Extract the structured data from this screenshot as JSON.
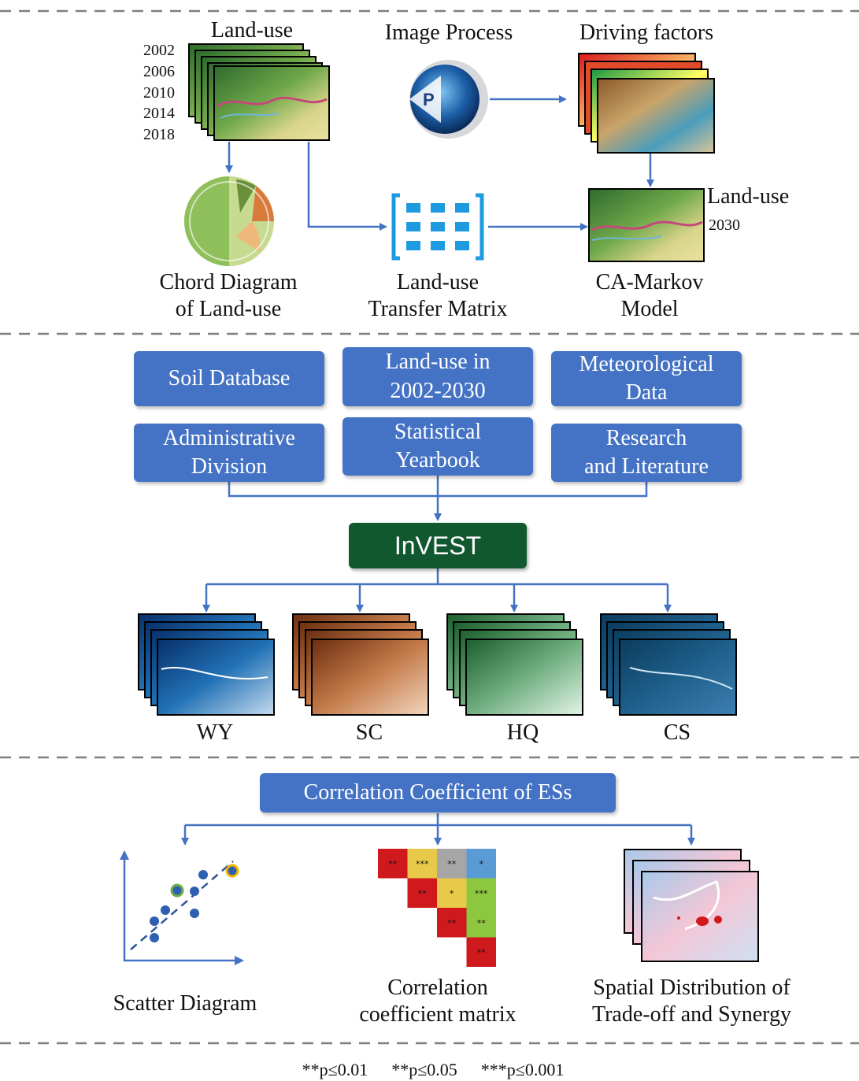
{
  "section1": {
    "landuse_title": "Land-use",
    "years": [
      "2002",
      "2006",
      "2010",
      "2014",
      "2018"
    ],
    "image_process": "Image Process",
    "driving_factors": "Driving factors",
    "landuse_2030_title": "Land-use",
    "landuse_2030_year": "2030",
    "chord_line1": "Chord Diagram",
    "chord_line2": "of Land-use",
    "matrix_line1": "Land-use",
    "matrix_line2": "Transfer Matrix",
    "ca_line1": "CA-Markov",
    "ca_line2": "Model"
  },
  "section2": {
    "boxes": [
      {
        "line1": "Soil Database",
        "line2": ""
      },
      {
        "line1": "Land-use in",
        "line2": "2002-2030"
      },
      {
        "line1": "Meteorological",
        "line2": "Data"
      },
      {
        "line1": "Administrative",
        "line2": "Division"
      },
      {
        "line1": "Statistical",
        "line2": "Yearbook"
      },
      {
        "line1": "Research",
        "line2": "and Literature"
      }
    ],
    "invest": "InVEST",
    "outputs": [
      "WY",
      "SC",
      "HQ",
      "CS"
    ]
  },
  "section3": {
    "correlation_box": "Correlation Coefficient of ESs",
    "scatter_label": "Scatter Diagram",
    "matrix_line1": "Correlation",
    "matrix_line2": "coefficient matrix",
    "spatial_line1": "Spatial Distribution of",
    "spatial_line2": "Trade-off and Synergy",
    "matrix_cells": [
      {
        "row": 0,
        "col": 0,
        "text": "**",
        "color": "#d0191c"
      },
      {
        "row": 0,
        "col": 1,
        "text": "***",
        "color": "#e8c94a"
      },
      {
        "row": 0,
        "col": 2,
        "text": "**",
        "color": "#a6a6a6"
      },
      {
        "row": 0,
        "col": 3,
        "text": "*",
        "color": "#5b9bd5"
      },
      {
        "row": 1,
        "col": 1,
        "text": "**",
        "color": "#d0191c"
      },
      {
        "row": 1,
        "col": 2,
        "text": "*",
        "color": "#e8c94a"
      },
      {
        "row": 1,
        "col": 3,
        "text": "***",
        "color": "#8dc63f"
      },
      {
        "row": 2,
        "col": 2,
        "text": "**",
        "color": "#d0191c"
      },
      {
        "row": 2,
        "col": 3,
        "text": "**",
        "color": "#8dc63f"
      },
      {
        "row": 3,
        "col": 3,
        "text": "**",
        "color": "#d0191c"
      }
    ]
  },
  "footer": {
    "sig1": "**p≤0.01",
    "sig2": "**p≤0.05",
    "sig3": "***p≤0.001"
  },
  "colors": {
    "box_blue": "#4472c4",
    "invest_green": "#12582f",
    "arrow_blue": "#4472c4",
    "divider_gray": "#7f7f7f"
  }
}
